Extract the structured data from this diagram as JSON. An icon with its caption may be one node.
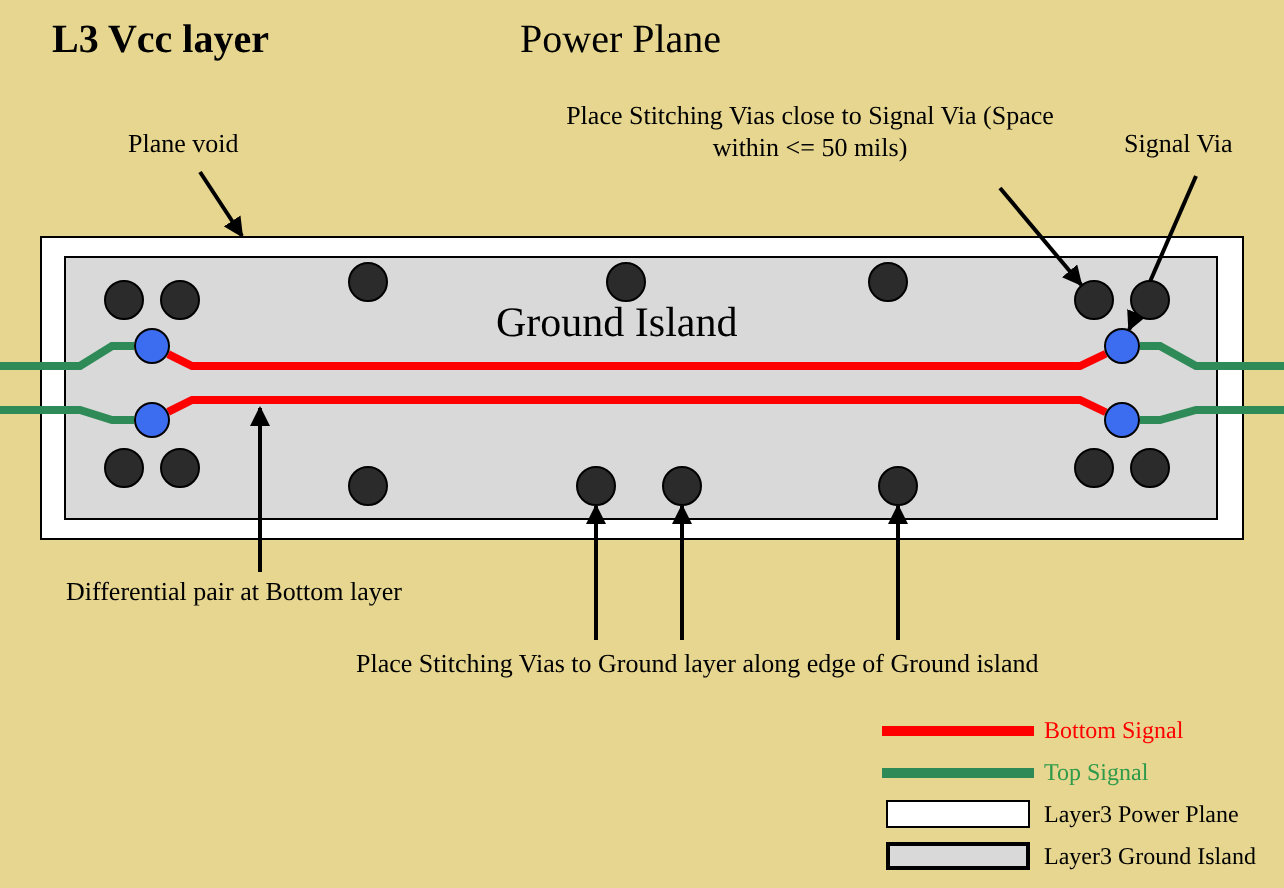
{
  "diagram": {
    "title": "L3 Vcc layer",
    "nodes": [
      {
        "text": [
          "Plane void"
        ]
      },
      {
        "text": [
          "Place Stitching Vias close to Signal Via (Space within <= 50 mils)"
        ]
      },
      {
        "text": [
          "Signal Via"
        ]
      },
      {
        "text": [],
        "shape": "box"
      },
      {
        "text": [
          "Ground Island"
        ],
        "in": 3
      },
      {
        "text": [],
        "shape": "circle",
        "in": 4
      },
      {
        "text": [],
        "shape": "circle",
        "in": 4
      },
      {
        "text": [],
        "shape": "circle",
        "in": 4
      },
      {
        "text": [],
        "shape": "circle",
        "in": 4
      },
      {
        "text": [],
        "shape": "circle",
        "in": 4
      },
      {
        "text": [],
        "shape": "circle",
        "in": 4
      },
      {
        "text": [],
        "shape": "circle",
        "in": 4
      },
      {
        "text": [],
        "shape": "circle",
        "in": 4
      },
      {
        "text": [],
        "shape": "circle",
        "in": 4
      },
      {
        "text": [],
        "shape": "circle",
        "in": 4
      },
      {
        "text": [],
        "shape": "circle",
        "in": 4
      },
      {
        "text": [],
        "shape": "circle",
        "in": 4
      },
      {
        "text": [],
        "shape": "circle",
        "in": 4
      },
      {
        "text": [],
        "shape": "circle",
        "in": 4
      },
      {
        "text": [],
        "shape": "circle",
        "in": 4
      },
      {
        "text": [],
        "shape": "circle",
        "in": 4
      },
      {
        "text": [],
        "shape": "circle",
        "in": 4
      },
      {
        "text": [],
        "shape": "circle",
        "in": 4
      },
      {
        "text": [],
        "shape": "circle",
        "in": 4
      },
      {
        "text": [
          "Differential pair at Bottom layer"
        ]
      },
      {
        "text": [
          "Place Stitching Vias to Ground layer along edge of Ground island"
        ]
      }
    ],
    "edges": [
      {
        "from": 0,
        "to": 3,
        "arrow": "to"
      },
      {
        "from": 1,
        "to": 10,
        "arrow": "to"
      },
      {
        "from": 2,
        "to": 13,
        "arrow": "to"
      },
      {
        "from": 24,
        "to": null,
        "arrow": "to"
      },
      {
        "from": 25,
        "to": 19,
        "arrow": "to"
      },
      {
        "from": 25,
        "to": 20,
        "arrow": "to"
      },
      {
        "from": 25,
        "to": 21,
        "arrow": "to"
      },
      {
        "from": 12,
        "to": 13,
        "arrow": "none",
        "style": "thick",
        "color": "#ff0000"
      },
      {
        "from": 14,
        "to": 15,
        "arrow": "none",
        "style": "thick",
        "color": "#ff0000"
      },
      {
        "from": null,
        "to": 12,
        "arrow": "none",
        "style": "thick",
        "color": "#2e8b57"
      },
      {
        "from": 13,
        "to": null,
        "arrow": "none",
        "style": "thick",
        "color": "#2e8b57"
      },
      {
        "from": null,
        "to": 14,
        "arrow": "none",
        "style": "thick",
        "color": "#2e8b57"
      },
      {
        "from": 15,
        "to": null,
        "arrow": "none",
        "style": "thick",
        "color": "#2e8b57"
      }
    ],
    "labels": [
      "Power Plane"
    ],
    "legend": [
      {
        "text": "Bottom Signal"
      },
      {
        "text": "Top Signal"
      },
      {
        "text": "Layer3 Power Plane",
        "color": "#ffffff"
      },
      {
        "text": "Layer3 Ground Island",
        "color": "#d9d9d9"
      }
    ]
  }
}
